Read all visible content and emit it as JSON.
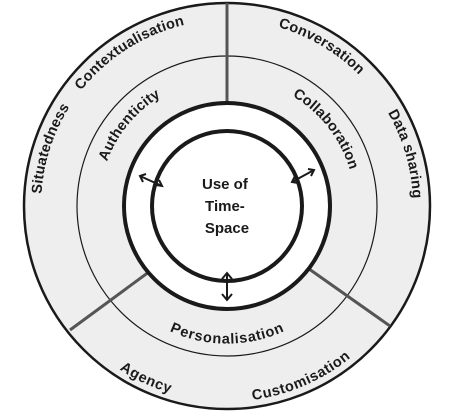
{
  "diagram": {
    "center": {
      "lines": [
        "Use of",
        "Time-",
        "Space"
      ]
    },
    "middle_ring": {
      "authenticity": "Authenticity",
      "collaboration": "Collaboration",
      "personalisation": "Personalisation"
    },
    "outer_ring": {
      "contextualisation": "Contextualisation",
      "conversation": "Conversation",
      "data_sharing": "Data sharing",
      "situatedness": "Situatedness",
      "agency": "Agency",
      "customisation": "Customisation"
    },
    "colors": {
      "outer_fill": "#eeeeee",
      "ring_fill": "#ffffff",
      "stroke": "#1a1a1a",
      "divider": "#555555"
    }
  }
}
